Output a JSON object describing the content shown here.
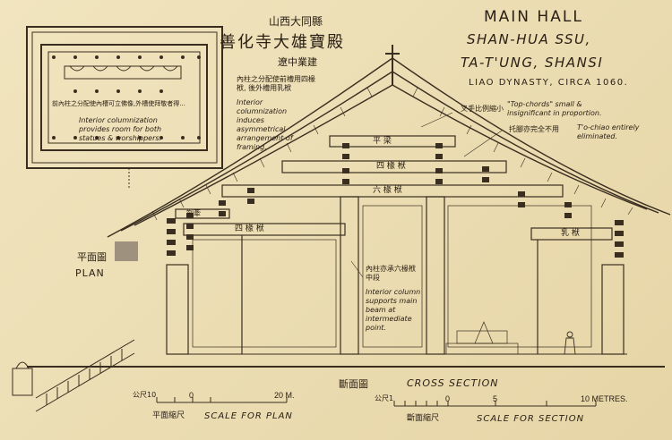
{
  "title": {
    "line1": "MAIN HALL",
    "line2": "SHAN-HUA SSU,",
    "line3": "TA-T'UNG, SHANSI",
    "line4": "LIAO DYNASTY, CIRCA 1060."
  },
  "chinese_title": {
    "province": "山西大同縣",
    "temple": "善化寺大雄寶殿",
    "dynasty": "遼中業建"
  },
  "notes": {
    "plan_note_zh": "前內柱之分配使內槽可立佛像,外槽使拜敬者得...",
    "plan_note_en": "Interior columnization provides room for both statues & worshippers.",
    "asym_zh": "內柱之分配使前槽用四椽栿, 後外槽用乳栿",
    "asym_en": "Interior columnization induces asymmetrical arrangement of framing.",
    "top_chords_zh": "叉手比例縮小",
    "top_chords_en": "\"Top-chords\" small & insignificant in proportion.",
    "tochiao_zh": "托腳亦完全不用",
    "tochiao_en": "T'o-chiao entirely eliminated.",
    "interior_col_zh": "內柱亦承六椽栿中段",
    "interior_col_en": "Interior column supports main beam at intermediate point."
  },
  "beam_labels": {
    "ping": "平 梁",
    "sizhuan_top": "四 椽 栿",
    "liuzhuan": "六 椽 栿",
    "sizhuan_left": "四 椽 栿",
    "ruzhuan_right": "乳 栿",
    "zhaqian": "劄牽"
  },
  "plan": {
    "label_zh": "平面圖",
    "label_en": "PLAN"
  },
  "section": {
    "label_zh": "斷面圖",
    "label_en": "CROSS SECTION"
  },
  "scale_plan": {
    "unit_zh": "公尺10",
    "ticks": [
      "0",
      "20 M."
    ],
    "label_zh": "平面縮尺",
    "label_en": "SCALE FOR PLAN"
  },
  "scale_section": {
    "unit_zh": "公尺1",
    "ticks": [
      "0",
      "5",
      "10 METRES."
    ],
    "label_zh": "斷面縮尺",
    "label_en": "SCALE FOR SECTION"
  },
  "palette": {
    "paper": "#efe2b8",
    "ink": "#2a2015",
    "line": "#3a2e20"
  }
}
